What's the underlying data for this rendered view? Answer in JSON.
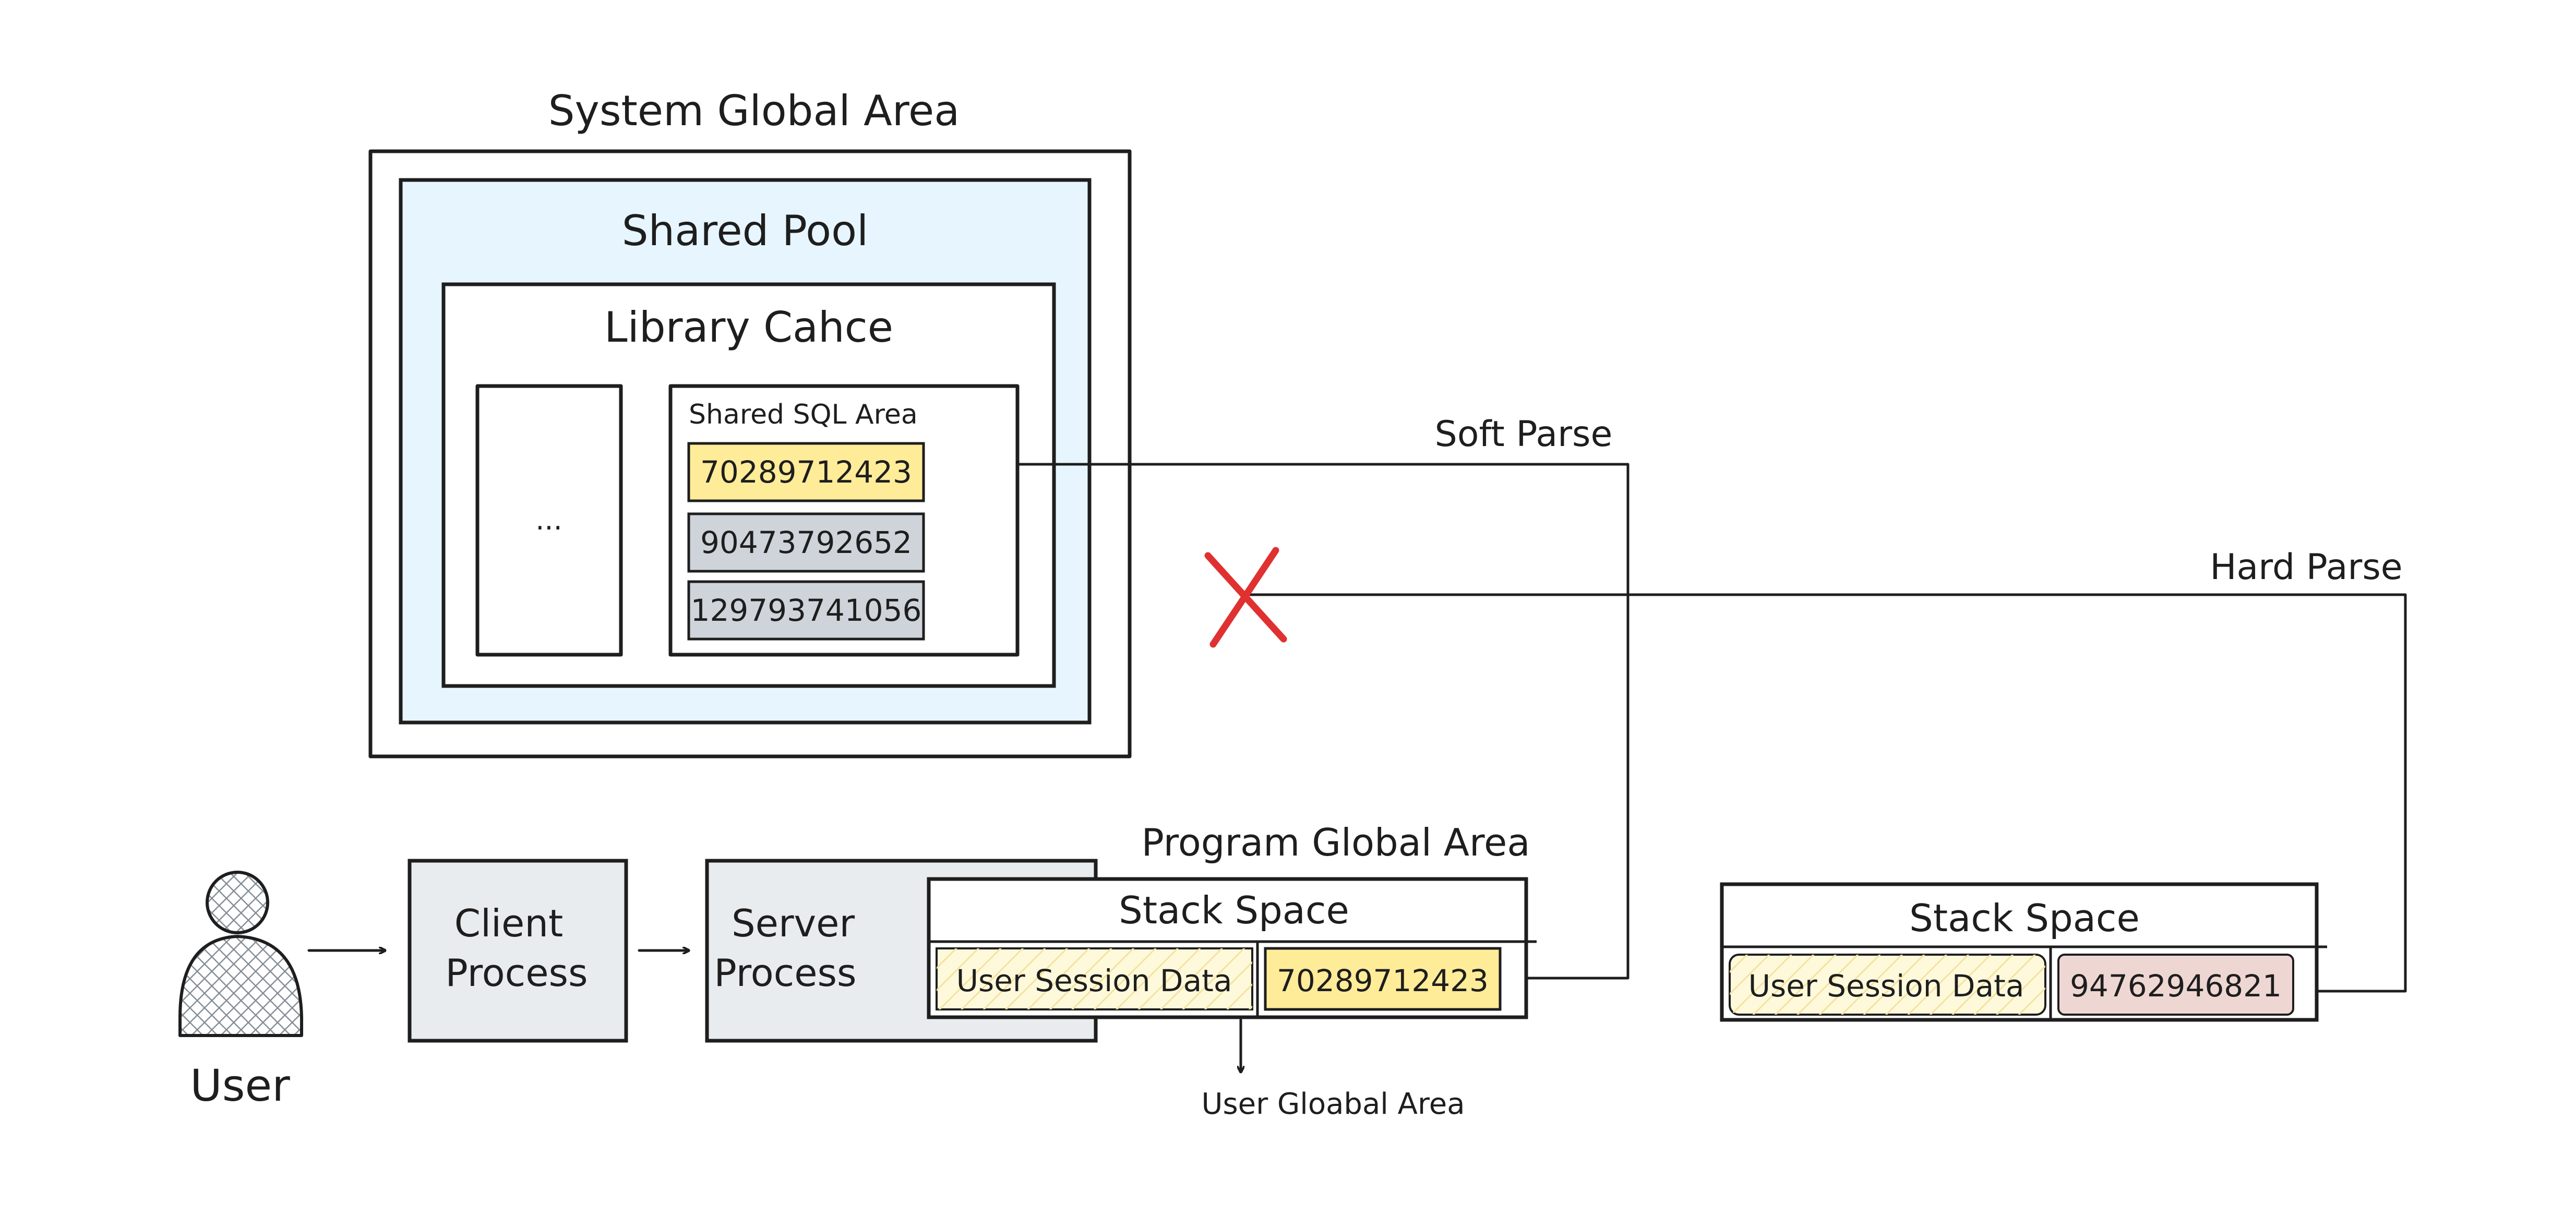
{
  "sga": {
    "title": "System Global Area",
    "shared_pool": {
      "title": "Shared Pool",
      "library_cache": {
        "title": "Library Cahce",
        "other_slot": "...",
        "sql_area": {
          "title": "Shared SQL Area",
          "entries": [
            "70289712423",
            "90473792652",
            "129793741056"
          ]
        }
      }
    }
  },
  "user": {
    "label": "User"
  },
  "client": {
    "label_line1": "Client",
    "label_line2": "Process"
  },
  "server": {
    "label_line1": "Server",
    "label_line2": "Process"
  },
  "pga": {
    "title": "Program Global Area",
    "stack": {
      "title": "Stack Space",
      "session": "User Session Data",
      "hash": "70289712423"
    },
    "uga_label": "User Gloabal Area"
  },
  "stack2": {
    "title": "Stack Space",
    "session": "User Session Data",
    "hash": "94762946821"
  },
  "edges": {
    "soft_parse": "Soft Parse",
    "hard_parse": "Hard Parse"
  },
  "colors": {
    "shared_pool_fill": "#e7f5ff",
    "highlight_yellow": "#ffec99",
    "entry_gray": "#ced4da",
    "process_fill": "#e9ecef",
    "session_fill": "#fff9db",
    "hash_pink": "#eed7d3",
    "cross_red": "#e03131"
  }
}
